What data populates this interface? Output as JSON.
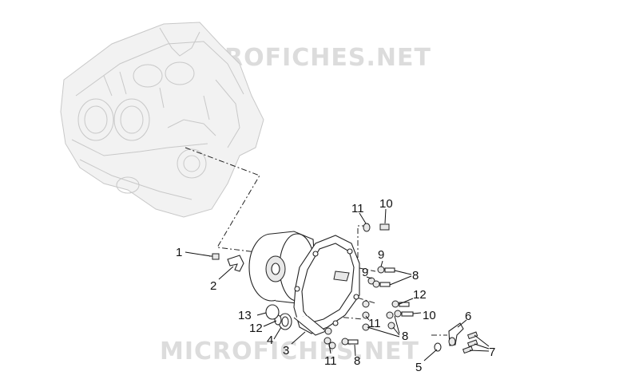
{
  "watermark": {
    "top": "MICROFICHES.NET",
    "bottom": "MICROFICHES.NET"
  },
  "callouts": [
    {
      "id": "c1",
      "text": "1"
    },
    {
      "id": "c2",
      "text": "2"
    },
    {
      "id": "c3",
      "text": "3"
    },
    {
      "id": "c4",
      "text": "4"
    },
    {
      "id": "c5",
      "text": "5"
    },
    {
      "id": "c6",
      "text": "6"
    },
    {
      "id": "c7",
      "text": "7"
    },
    {
      "id": "c8a",
      "text": "8"
    },
    {
      "id": "c8b",
      "text": "8"
    },
    {
      "id": "c8c",
      "text": "8"
    },
    {
      "id": "c9a",
      "text": "9"
    },
    {
      "id": "c9b",
      "text": "9"
    },
    {
      "id": "c10a",
      "text": "10"
    },
    {
      "id": "c10b",
      "text": "10"
    },
    {
      "id": "c11a",
      "text": "11"
    },
    {
      "id": "c11b",
      "text": "11"
    },
    {
      "id": "c11c",
      "text": "11"
    },
    {
      "id": "c12a",
      "text": "12"
    },
    {
      "id": "c12b",
      "text": "12"
    },
    {
      "id": "c13",
      "text": "13"
    }
  ]
}
